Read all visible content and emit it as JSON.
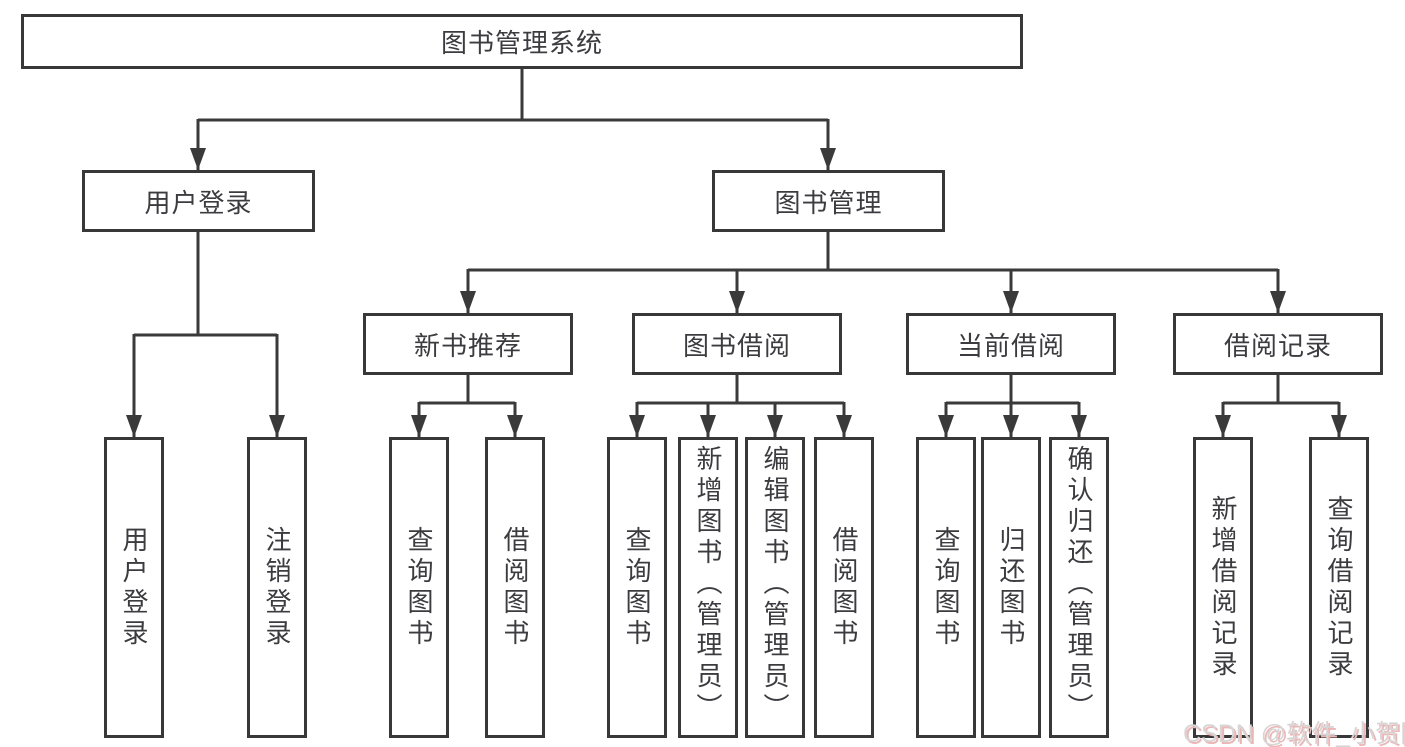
{
  "tree": {
    "root": "图书管理系统",
    "children": [
      {
        "label": "用户登录",
        "children": [
          {
            "label": "用户登录"
          },
          {
            "label": "注销登录"
          }
        ]
      },
      {
        "label": "图书管理",
        "children": [
          {
            "label": "新书推荐",
            "children": [
              {
                "label": "查询图书"
              },
              {
                "label": "借阅图书"
              }
            ]
          },
          {
            "label": "图书借阅",
            "children": [
              {
                "label": "查询图书"
              },
              {
                "label": "新增图书（管理员）"
              },
              {
                "label": "编辑图书（管理员）"
              },
              {
                "label": "借阅图书"
              }
            ]
          },
          {
            "label": "当前借阅",
            "children": [
              {
                "label": "查询图书"
              },
              {
                "label": "归还图书"
              },
              {
                "label": "确认归还（管理员）"
              }
            ]
          },
          {
            "label": "借阅记录",
            "children": [
              {
                "label": "新增借阅记录"
              },
              {
                "label": "查询借阅记录"
              }
            ]
          }
        ]
      }
    ]
  },
  "watermark": "CSDN @软件_小贺同学",
  "colors": {
    "line": "#3a3a3a",
    "border": "#383838",
    "text": "#3c3c40",
    "background": "#ffffff",
    "watermark": "#d6d6d6",
    "watermark_shadow": "#eeb5b5"
  }
}
